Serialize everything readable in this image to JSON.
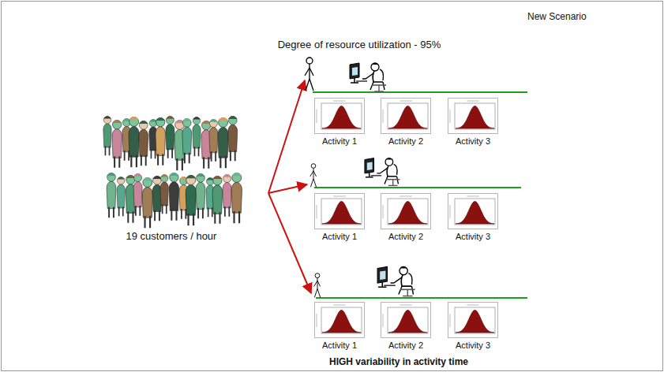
{
  "diagram": {
    "title": "Degree of resource utilization - 95%",
    "caption": "HIGH variability in activity time",
    "nodes": [
      {
        "text": [
          "19 customers / hour"
        ]
      },
      {
        "text": [
          "Activity 1"
        ]
      },
      {
        "text": [
          "Activity 2"
        ]
      },
      {
        "text": [
          "Activity 3"
        ]
      },
      {
        "text": [
          "Activity 1"
        ]
      },
      {
        "text": [
          "Activity 2"
        ]
      },
      {
        "text": [
          "Activity 3"
        ]
      },
      {
        "text": [
          "Activity 1"
        ]
      },
      {
        "text": [
          "Activity 2"
        ]
      },
      {
        "text": [
          "Activity 3"
        ]
      }
    ],
    "labels": [
      "New Scenario"
    ]
  }
}
